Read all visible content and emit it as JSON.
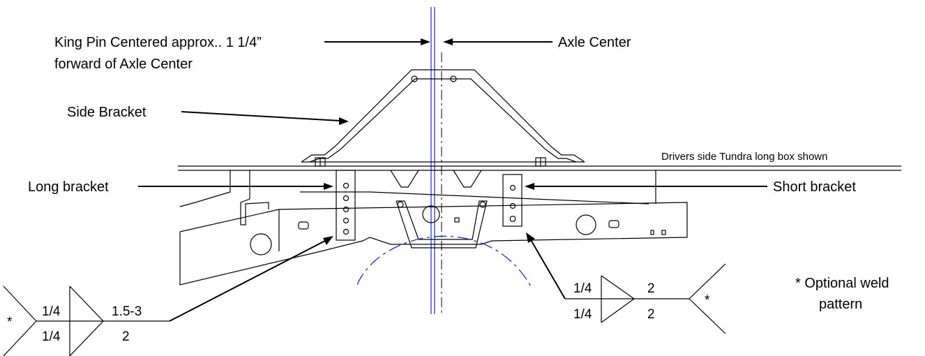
{
  "labels": {
    "king_pin_line1": "King Pin Centered approx.. 1 1/4”",
    "king_pin_line2": "forward of Axle Center",
    "axle_center": "Axle Center",
    "side_bracket": "Side Bracket",
    "drivers_side": "Drivers side Tundra long box shown",
    "long_bracket": "Long bracket",
    "short_bracket": "Short bracket",
    "optional_weld_line1": "* Optional weld",
    "optional_weld_line2": "pattern"
  },
  "weld_left": {
    "star": "*",
    "top_size": "1/4",
    "top_length": "1.5-3",
    "bottom_size": "1/4",
    "bottom_length": "2"
  },
  "weld_right": {
    "star": "*",
    "top_size": "1/4",
    "top_length": "2",
    "bottom_size": "1/4",
    "bottom_length": "2"
  },
  "colors": {
    "line": "#000000",
    "centerline_blue": "#1a2fb0",
    "background": "#ffffff"
  }
}
